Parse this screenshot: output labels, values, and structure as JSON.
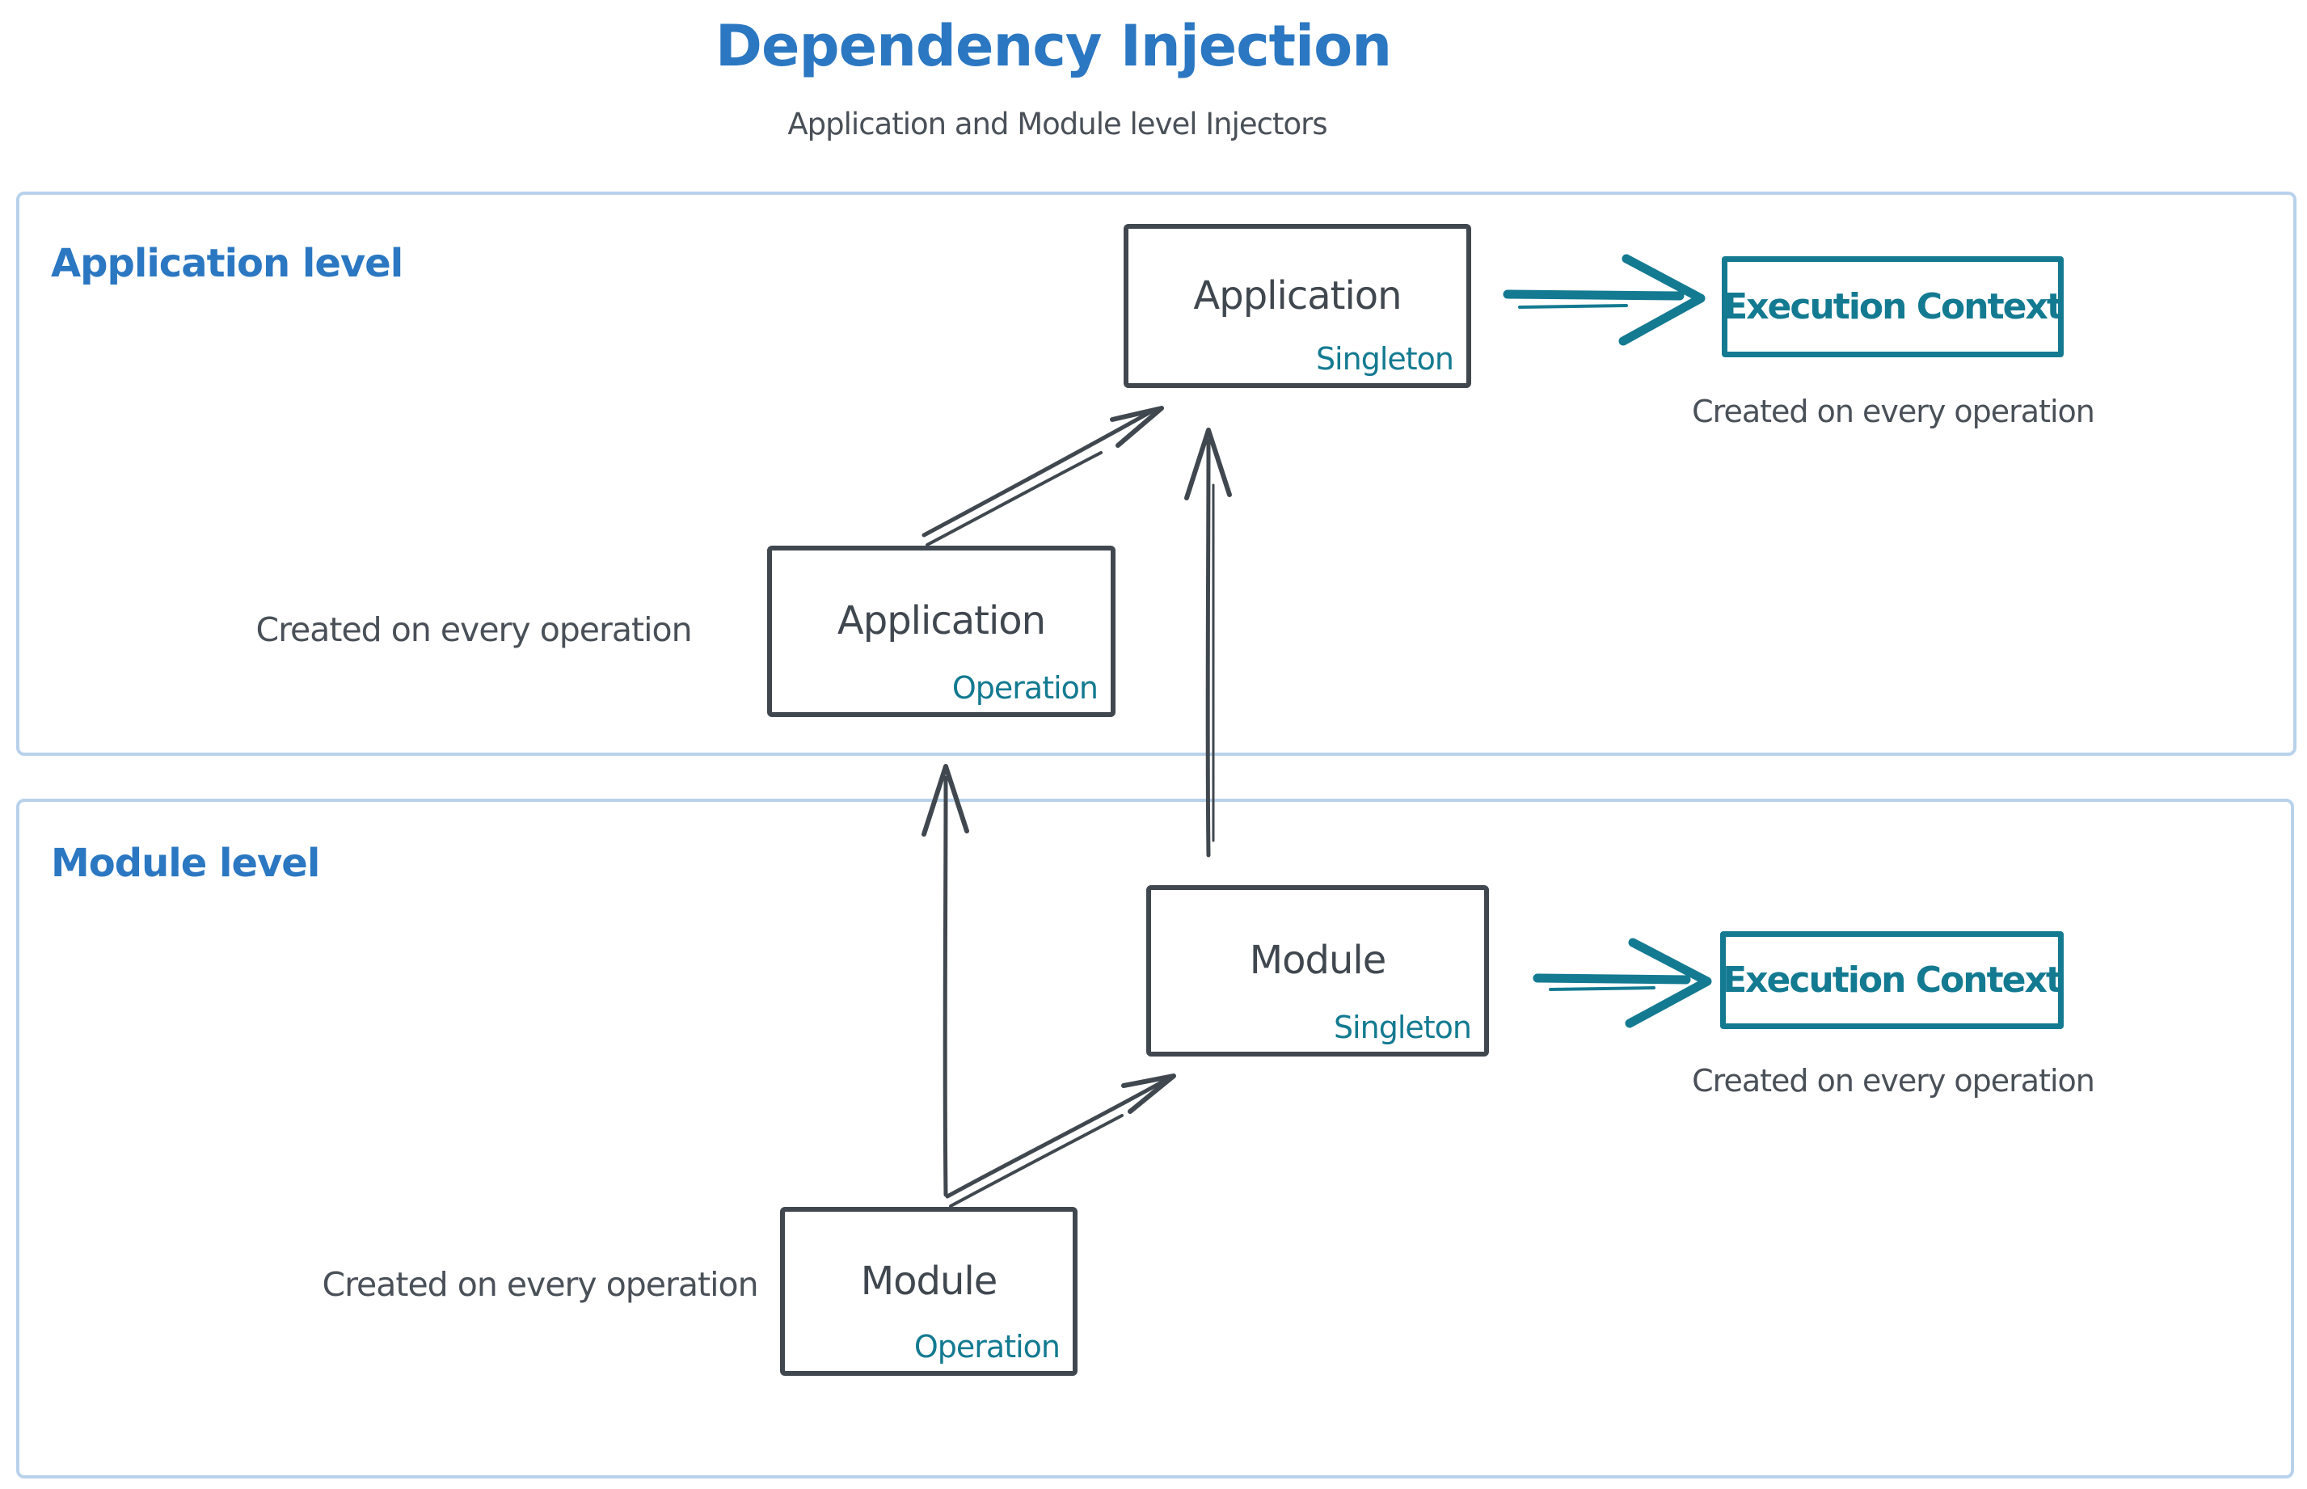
{
  "colors": {
    "background": "#ffffff",
    "accent_blue": "#2b77c2",
    "ink_dark": "#40474f",
    "accent_teal": "#137a91",
    "container_border": "#b9d2ec",
    "caption_gray": "#4a5058"
  },
  "header": {
    "title": "Dependency Injection",
    "subtitle": "Application and Module level Injectors"
  },
  "application_level": {
    "label": "Application level",
    "singleton_box": {
      "label": "Application",
      "sublabel": "Singleton"
    },
    "operation_box": {
      "label": "Application",
      "sublabel": "Operation"
    },
    "operation_caption": "Created on every operation",
    "execution_context": {
      "label": "Execution Context",
      "caption": "Created on every operation"
    }
  },
  "module_level": {
    "label": "Module level",
    "singleton_box": {
      "label": "Module",
      "sublabel": "Singleton"
    },
    "operation_box": {
      "label": "Module",
      "sublabel": "Operation"
    },
    "operation_caption": "Created on every operation",
    "execution_context": {
      "label": "Execution Context",
      "caption": "Created on every operation"
    }
  },
  "arrows": [
    {
      "name": "app-operation-to-app-singleton",
      "style": "sketch-diagonal",
      "color": "#40474f"
    },
    {
      "name": "module-singleton-to-app-singleton",
      "style": "sketch-vertical",
      "color": "#40474f"
    },
    {
      "name": "module-operation-to-app-operation",
      "style": "sketch-vertical",
      "color": "#40474f"
    },
    {
      "name": "module-operation-to-module-singleton",
      "style": "sketch-diagonal",
      "color": "#40474f"
    },
    {
      "name": "app-singleton-to-execution-context",
      "style": "thick-horizontal",
      "color": "#137a91"
    },
    {
      "name": "module-singleton-to-execution-context",
      "style": "thick-horizontal",
      "color": "#137a91"
    }
  ]
}
